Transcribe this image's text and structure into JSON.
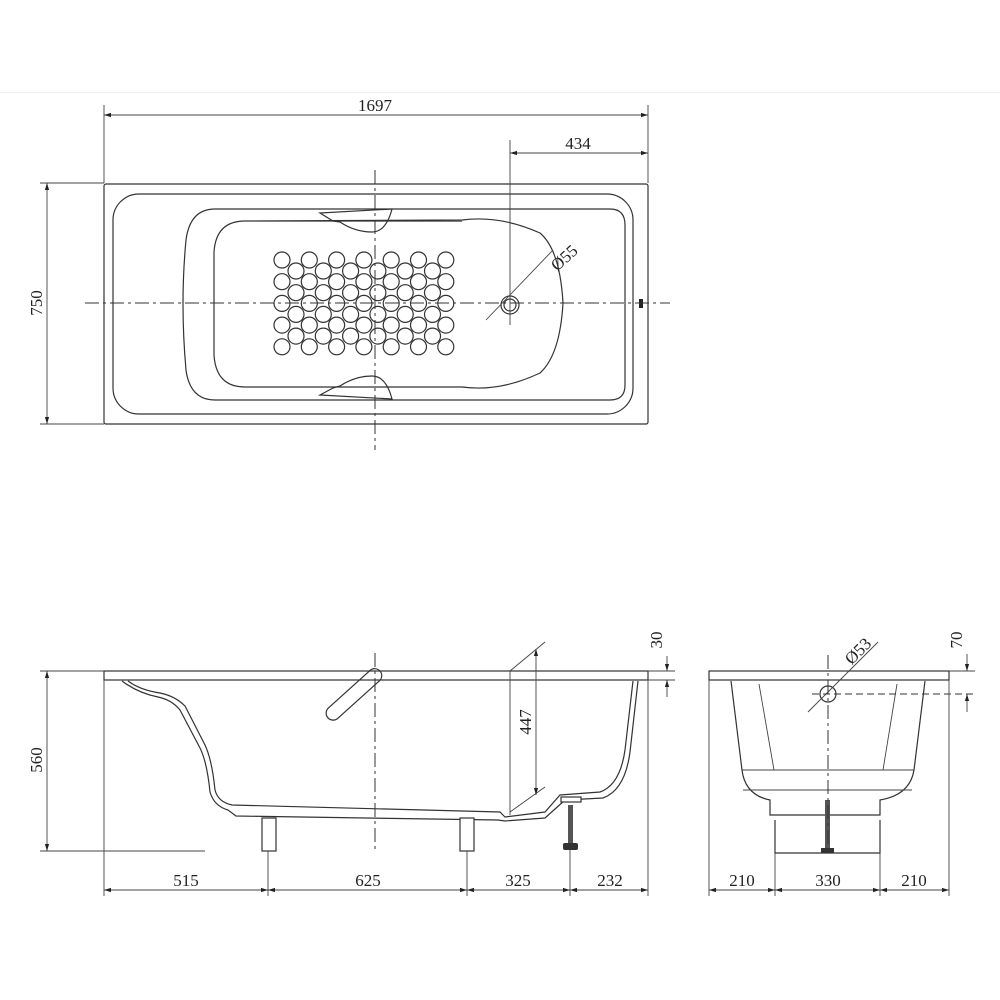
{
  "top_view": {
    "length_label": "1697",
    "drain_offset_label": "434",
    "width_label": "750",
    "drain_diameter_label": "Ø55",
    "grip_dot_rows": 5,
    "grip_dot_cols": 7
  },
  "side_view": {
    "height_label": "560",
    "depth_label": "447",
    "rim_label": "30",
    "bottom_dims": [
      "515",
      "625",
      "325",
      "232"
    ]
  },
  "end_view": {
    "overflow_diameter_label": "Ø53",
    "overflow_offset_label": "70",
    "bottom_dims": [
      "210",
      "330",
      "210"
    ]
  },
  "colors": {
    "line": "#333333",
    "background": "#ffffff"
  }
}
